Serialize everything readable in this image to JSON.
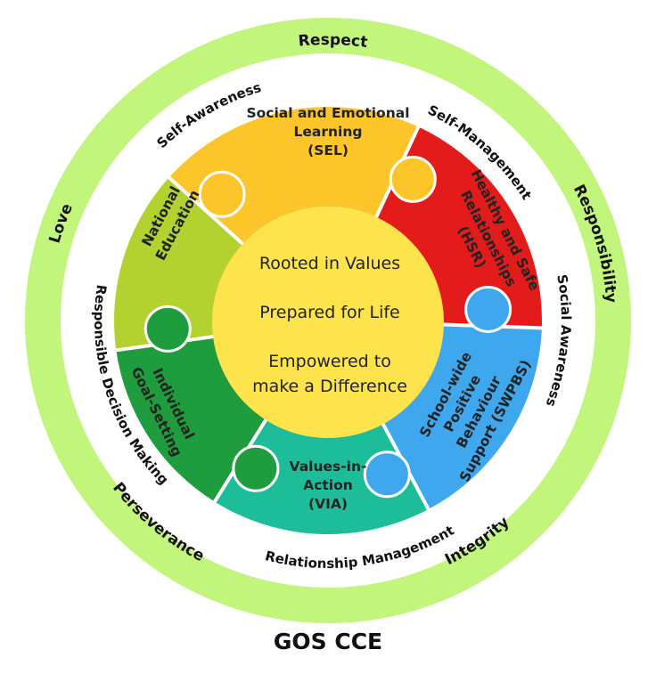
{
  "colors": {
    "outer_ring": "#c2f57c",
    "white_ring": "#ffffff",
    "center": "#fde44c",
    "sel": "#fcc62b",
    "hsr": "#e31b1b",
    "swpbs": "#3ea7ee",
    "via": "#1ebd9a",
    "goal": "#1f9c3d",
    "ne": "#b3d12f",
    "separator": "#ffffff"
  },
  "outer_values": [
    "Respect",
    "Responsibility",
    "Integrity",
    "Perseverance",
    "Love"
  ],
  "competencies": [
    "Self-Management",
    "Social Awareness",
    "Relationship Management",
    "Responsible Decision Making",
    "Self-Awareness"
  ],
  "segments": [
    {
      "key": "sel",
      "lines": [
        "Social and Emotional",
        "Learning",
        "(SEL)"
      ],
      "icon": "puzzle-piece-icon"
    },
    {
      "key": "hsr",
      "lines": [
        "Healthy and Safe",
        "Relationships",
        "(HSR)"
      ],
      "icon": "puzzle-piece-icon"
    },
    {
      "key": "swpbs",
      "lines": [
        "School-wide",
        "Positive",
        "Behaviour",
        "Support (SWPBS)"
      ],
      "icon": "puzzle-piece-icon"
    },
    {
      "key": "via",
      "lines": [
        "Values-in-",
        "Action",
        "(VIA)"
      ],
      "icon": "puzzle-piece-icon"
    },
    {
      "key": "goal",
      "lines": [
        "Individual",
        "Goal-Setting"
      ],
      "icon": "puzzle-piece-icon"
    },
    {
      "key": "ne",
      "lines": [
        "National",
        "Education"
      ],
      "icon": "puzzle-piece-icon"
    }
  ],
  "center": {
    "line1": "Rooted in Values",
    "line2": "Prepared for Life",
    "line3a": "Empowered to",
    "line3b": "make a Difference"
  },
  "caption": "GOS CCE"
}
